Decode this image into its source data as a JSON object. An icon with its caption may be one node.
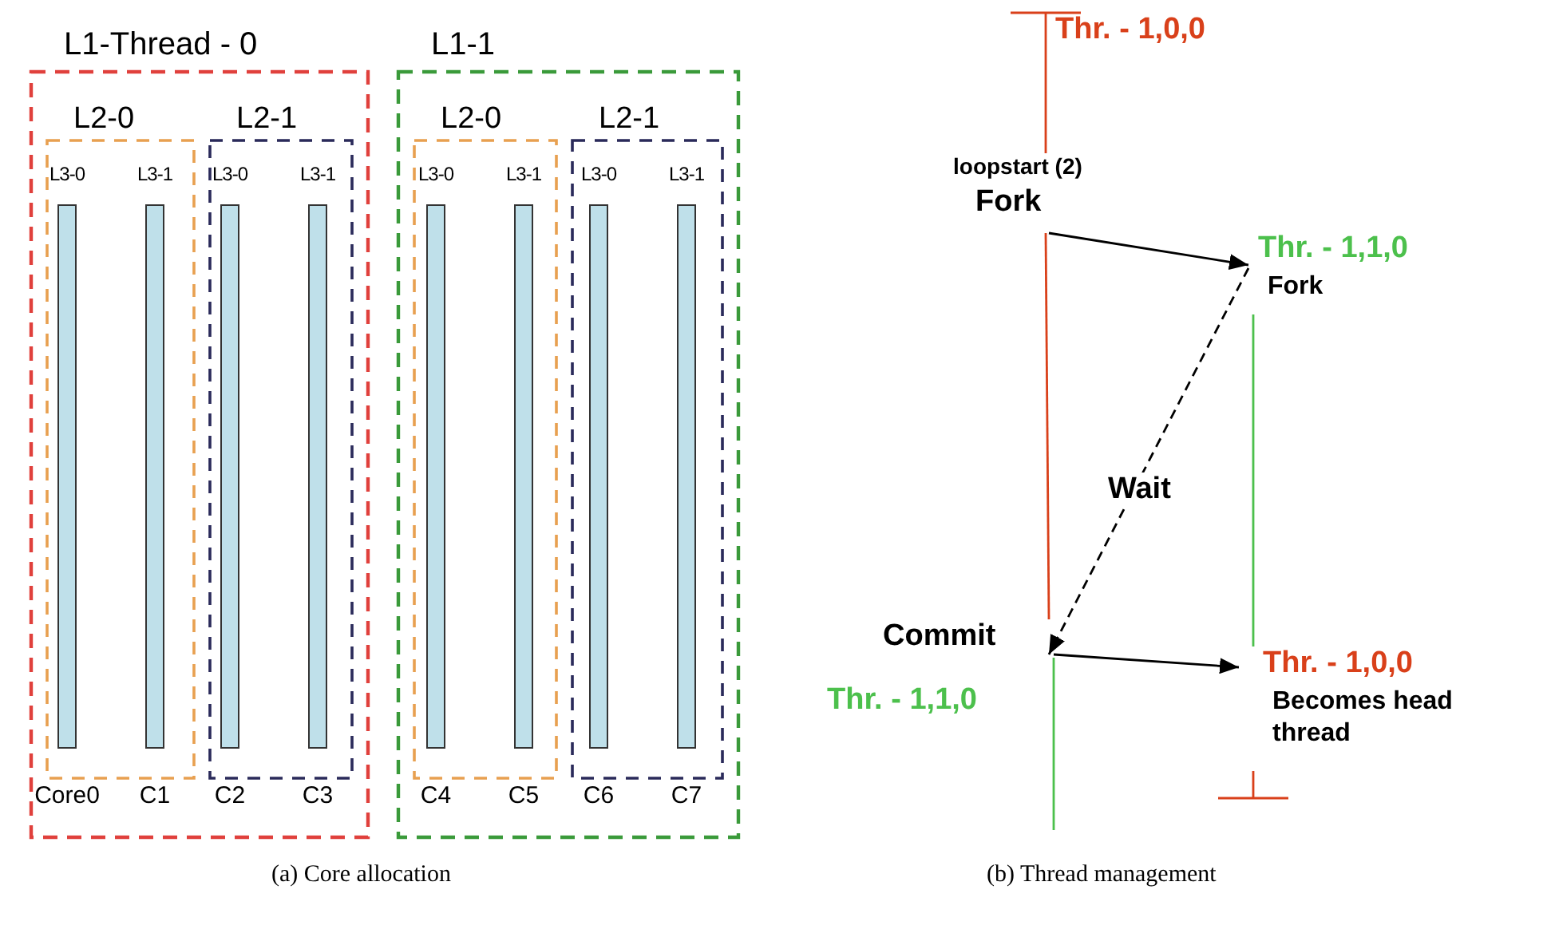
{
  "diagram": {
    "nodes": [
      {
        "text": [
          "L1-Thread - 0"
        ]
      },
      {
        "text": [
          "L2-0"
        ],
        "in": 0
      },
      {
        "text": [
          "L3-0"
        ],
        "beside": [
          "Core0"
        ],
        "in": 1
      },
      {
        "text": [
          "L3-1"
        ],
        "beside": [
          "C1"
        ],
        "in": 1
      },
      {
        "text": [
          "L2-1"
        ],
        "in": 0
      },
      {
        "text": [
          "L3-0"
        ],
        "beside": [
          "C2"
        ],
        "in": 4
      },
      {
        "text": [
          "L3-1"
        ],
        "beside": [
          "C3"
        ],
        "in": 4
      },
      {
        "text": [
          "L1-1"
        ]
      },
      {
        "text": [
          "L2-0"
        ],
        "in": 7
      },
      {
        "text": [
          "L3-0"
        ],
        "beside": [
          "C4"
        ],
        "in": 8
      },
      {
        "text": [
          "L3-1"
        ],
        "beside": [
          "C5"
        ],
        "in": 8
      },
      {
        "text": [
          "L2-1"
        ],
        "in": 7
      },
      {
        "text": [
          "L3-0"
        ],
        "beside": [
          "C6"
        ],
        "in": 11
      },
      {
        "text": [
          "L3-1"
        ],
        "beside": [
          "C7"
        ],
        "in": 11
      },
      {
        "text": [
          "Thr. - 1,0,0"
        ]
      },
      {
        "text": [
          "loopstart (2)",
          "Fork"
        ]
      },
      {
        "text": [
          "Thr. - 1,1,0",
          "Fork"
        ]
      },
      {
        "text": [
          "Commit"
        ]
      },
      {
        "text": [
          "Thr. - 1,0,0",
          "Becomes head thread"
        ]
      }
    ],
    "edges": [
      {
        "from": 14,
        "to": 15,
        "arrow": "other",
        "color": "#d9401a"
      },
      {
        "from": 15,
        "to": 17,
        "arrow": "none",
        "color": "#d9401a"
      },
      {
        "from": 15,
        "to": 16,
        "arrow": "to",
        "color": "#000000"
      },
      {
        "from": 16,
        "to": 17,
        "arrow": "to",
        "style": "dashed",
        "label": "Wait",
        "color": "#000000"
      },
      {
        "from": 17,
        "to": 18,
        "arrow": "to",
        "color": "#000000"
      },
      {
        "from": 16,
        "to": 18,
        "arrow": "none",
        "color": "#4cc04c"
      },
      {
        "from": 18,
        "to": null,
        "arrow": "other",
        "color": "#d9401a"
      },
      {
        "from": 17,
        "to": null,
        "arrow": "none",
        "color": "#4cc04c"
      }
    ],
    "labels": [
      "Thr. - 1,1,0",
      "(a) Core allocation",
      "(b) Thread management"
    ]
  }
}
